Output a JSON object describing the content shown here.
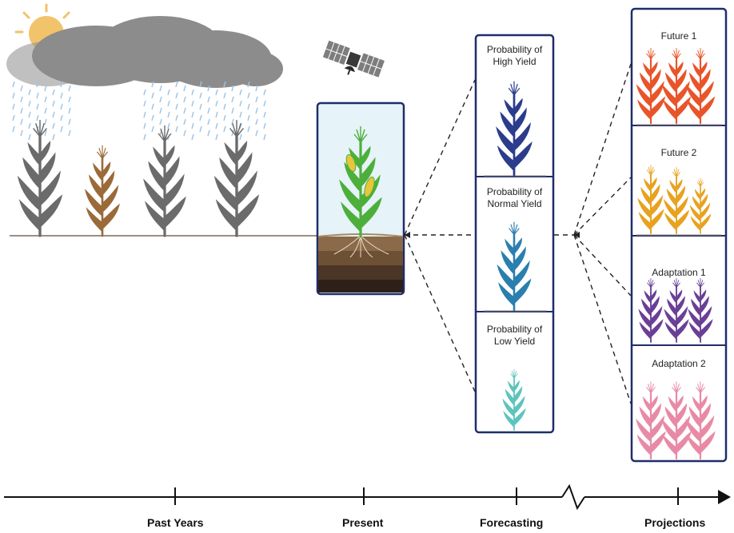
{
  "forecast_panels": [
    {
      "line1": "Probability of",
      "line2": "High Yield",
      "color": "#2b3c8c"
    },
    {
      "line1": "Probability of",
      "line2": "Normal Yield",
      "color": "#2a7fae"
    },
    {
      "line1": "Probability of",
      "line2": "Low Yield",
      "color": "#5cc4bd"
    }
  ],
  "projection_panels": [
    {
      "label": "Future 1",
      "color": "#e8552a"
    },
    {
      "label": "Future 2",
      "color": "#e8a21f"
    },
    {
      "label": "Adaptation 1",
      "color": "#6a3f96"
    },
    {
      "label": "Adaptation 2",
      "color": "#e88aa6"
    }
  ],
  "timeline": {
    "past": "Past Years",
    "present": "Present",
    "forecasting": "Forecasting",
    "projections": "Projections"
  },
  "colors": {
    "panel_border": "#1f2d6b",
    "past_plant": "#6b6b6b",
    "dry_plant": "#9a6a3a",
    "present_plant": "#4caf3a",
    "sun": "#f1c36b",
    "cloud": "#8c8c8c",
    "rain": "#9cc3e6"
  }
}
